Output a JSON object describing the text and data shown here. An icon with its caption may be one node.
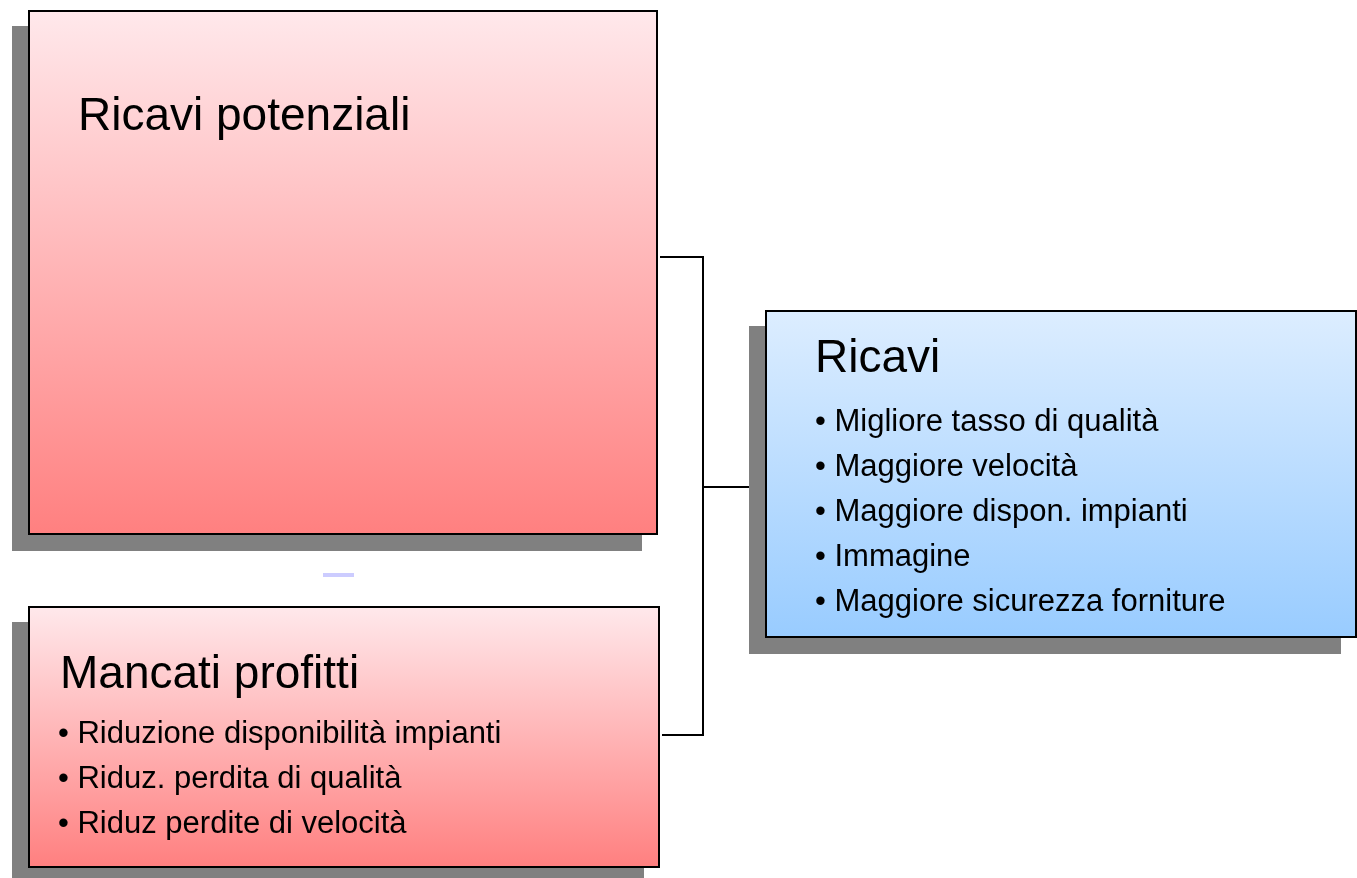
{
  "diagram": {
    "nodes": [
      {
        "text": [
          "Ricavi potenziali"
        ]
      },
      {
        "text": [
          "Mancati profitti",
          "• Riduzione disponibilità impianti",
          "• Riduz. perdita di qualità",
          "• Riduz perdite di velocità"
        ]
      },
      {
        "text": [
          "Ricavi",
          "• Migliore tasso di qualità",
          "• Maggiore velocità",
          "• Maggiore dispon. impianti",
          "• Immagine",
          "• Maggiore sicurezza forniture"
        ]
      }
    ],
    "edges": [
      {
        "from": 0,
        "to": 2,
        "arrow": "none"
      },
      {
        "from": 1,
        "to": 2,
        "arrow": "none"
      }
    ]
  }
}
